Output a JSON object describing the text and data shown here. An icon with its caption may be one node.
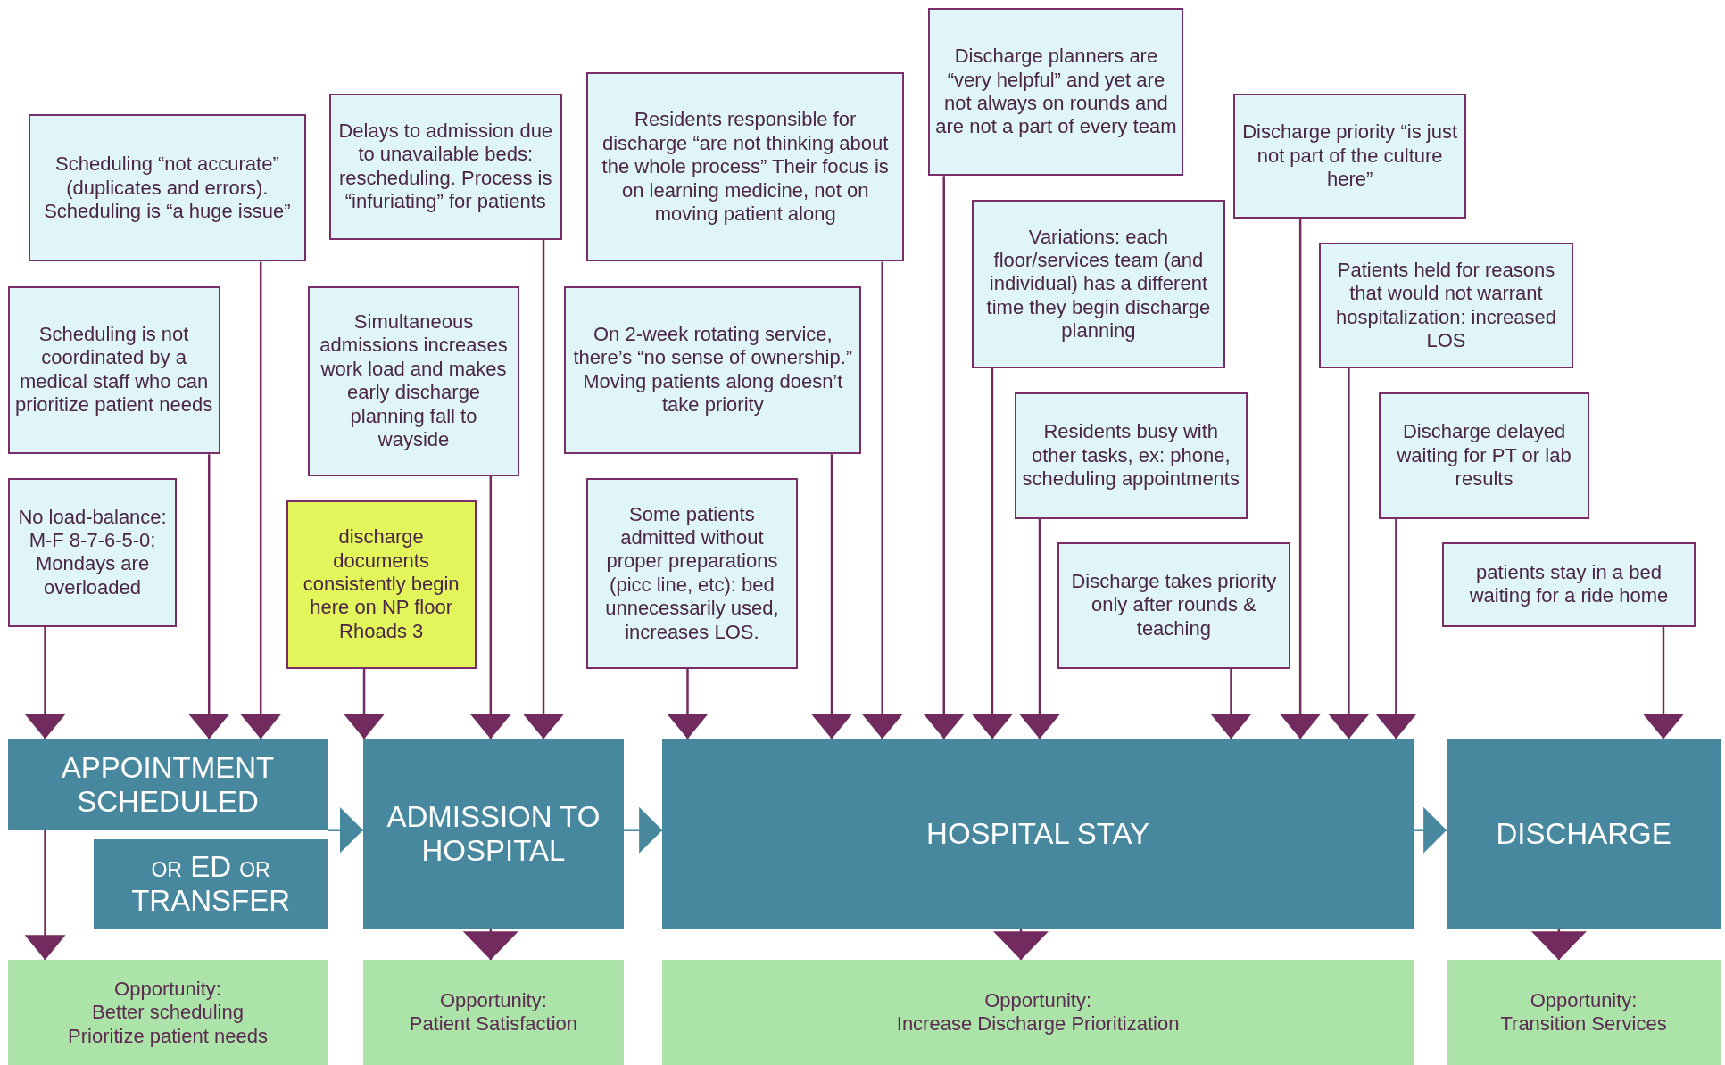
{
  "diagram": {
    "nodes": [
      {
        "text": [
          "Scheduling “not accurate” (duplicates and errors). Scheduling is “a huge issue”"
        ]
      },
      {
        "text": [
          "Scheduling is not coordinated by a medical staff who can prioritize patient needs"
        ]
      },
      {
        "text": [
          "No load-balance: M-F 8-7-6-5-0; Mondays are overloaded"
        ]
      },
      {
        "text": [
          "Delays to admission due to unavailable beds: rescheduling. Process is “infuriating” for patients"
        ]
      },
      {
        "text": [
          "Simultaneous admissions increases work load and makes early discharge planning fall to wayside"
        ]
      },
      {
        "text": [
          "discharge documents consistently begin here on NP floor Rhoads 3"
        ]
      },
      {
        "text": [
          "Residents responsible for discharge “are not thinking about the whole process” Their focus is on learning medicine, not on moving patient along"
        ]
      },
      {
        "text": [
          "On 2-week rotating service, there’s “no sense of ownership.” Moving patients along doesn’t take priority"
        ]
      },
      {
        "text": [
          "Some patients admitted without proper preparations (picc line, etc): bed unnecessarily used, increases LOS."
        ]
      },
      {
        "text": [
          "Discharge planners are “very helpful” and yet are not always on rounds and are not a part of every team"
        ]
      },
      {
        "text": [
          "Variations: each floor/services team (and individual) has a different time they begin discharge planning"
        ]
      },
      {
        "text": [
          "Residents busy with other tasks, ex: phone, scheduling appointments"
        ]
      },
      {
        "text": [
          "Discharge takes priority only after rounds & teaching"
        ]
      },
      {
        "text": [
          "Discharge priority “is just not part of the culture here”"
        ]
      },
      {
        "text": [
          "Patients held for reasons that would not warrant hospitalization: increased LOS"
        ]
      },
      {
        "text": [
          "Discharge delayed waiting for PT or lab results"
        ]
      },
      {
        "text": [
          "patients stay in a bed waiting for a ride home"
        ]
      },
      {
        "text": [
          "APPOINTMENT SCHEDULED"
        ]
      },
      {
        "text": [
          "or ED or TRANSFER"
        ]
      },
      {
        "text": [
          "ADMISSION TO HOSPITAL"
        ]
      },
      {
        "text": [
          "HOSPITAL STAY"
        ]
      },
      {
        "text": [
          "DISCHARGE"
        ]
      },
      {
        "text": [
          "Opportunity:",
          "Better scheduling",
          "Prioritize patient needs"
        ]
      },
      {
        "text": [
          "Opportunity:",
          "Patient Satisfaction"
        ]
      },
      {
        "text": [
          "Opportunity:",
          "Increase Discharge Prioritization"
        ]
      },
      {
        "text": [
          "Opportunity:",
          "Transition Services"
        ]
      }
    ],
    "edges": [
      {
        "from": 0,
        "to": 17,
        "arrow": "to"
      },
      {
        "from": 1,
        "to": 17,
        "arrow": "to"
      },
      {
        "from": 2,
        "to": 17,
        "arrow": "to"
      },
      {
        "from": 3,
        "to": 19,
        "arrow": "to"
      },
      {
        "from": 4,
        "to": 19,
        "arrow": "to"
      },
      {
        "from": 5,
        "to": 19,
        "arrow": "to"
      },
      {
        "from": 6,
        "to": 20,
        "arrow": "to"
      },
      {
        "from": 7,
        "to": 20,
        "arrow": "to"
      },
      {
        "from": 8,
        "to": 20,
        "arrow": "to"
      },
      {
        "from": 9,
        "to": 20,
        "arrow": "to"
      },
      {
        "from": 10,
        "to": 20,
        "arrow": "to"
      },
      {
        "from": 11,
        "to": 20,
        "arrow": "to"
      },
      {
        "from": 12,
        "to": 20,
        "arrow": "to"
      },
      {
        "from": 13,
        "to": 20,
        "arrow": "to"
      },
      {
        "from": 14,
        "to": 20,
        "arrow": "to"
      },
      {
        "from": 15,
        "to": 20,
        "arrow": "to"
      },
      {
        "from": 16,
        "to": 21,
        "arrow": "to"
      },
      {
        "from": 17,
        "to": 19,
        "arrow": "to",
        "color": "#48889f"
      },
      {
        "from": 19,
        "to": 20,
        "arrow": "to",
        "color": "#48889f"
      },
      {
        "from": 20,
        "to": 21,
        "arrow": "to",
        "color": "#48889f"
      },
      {
        "from": 17,
        "to": 22,
        "arrow": "to"
      },
      {
        "from": 19,
        "to": 23,
        "arrow": "to"
      },
      {
        "from": 20,
        "to": 24,
        "arrow": "to"
      },
      {
        "from": 21,
        "to": 25,
        "arrow": "to"
      }
    ]
  }
}
